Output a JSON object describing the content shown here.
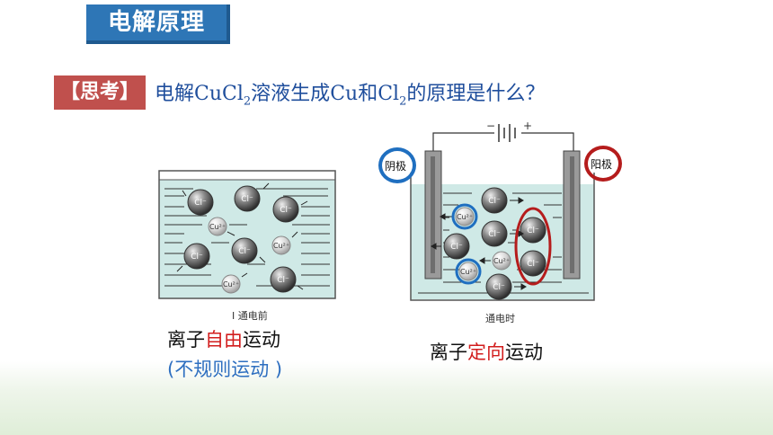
{
  "title": "电解原理",
  "think_tag": "【思考】",
  "question": {
    "prefix": "电解",
    "cucl": "CuCl",
    "sub1": "2",
    "middle": "溶液生成",
    "cu": "Cu",
    "and": "和",
    "cl": "Cl",
    "sub2": "2",
    "suffix": "的原理是什么？"
  },
  "left_diagram": {
    "caption": "Ⅰ  通电前",
    "ions": [
      "Cl⁻",
      "Cl⁻",
      "Cl⁻",
      "Cu²⁺",
      "Cl⁻",
      "Cu²⁺",
      "Cl⁻",
      "Cu²⁺",
      "Cl⁻"
    ],
    "desc_a": "离子",
    "desc_b": "自由",
    "desc_c": "运动",
    "desc_line2": "(不规则运动 )"
  },
  "right_diagram": {
    "battery_minus": "−",
    "battery_plus": "+",
    "cathode_label": "阴极",
    "anode_label": "阳极",
    "caption": "通电时",
    "ions": [
      "Cl⁻",
      "Cu²⁺",
      "Cl⁻",
      "Cl⁻",
      "Cl⁻",
      "Cu²⁺",
      "Cl⁻",
      "Cu²⁺",
      "Cl⁻"
    ],
    "desc_a": "离子",
    "desc_b": "定向",
    "desc_c": "运动"
  },
  "colors": {
    "title_bg": "#2e76b6",
    "tag_bg": "#c0504d",
    "question_text": "#1f4e9c",
    "solution": "#cfe9e6",
    "cathode_ring": "#1f6fc0",
    "anode_ring": "#b51c1c",
    "highlight_red": "#d21d1d"
  }
}
